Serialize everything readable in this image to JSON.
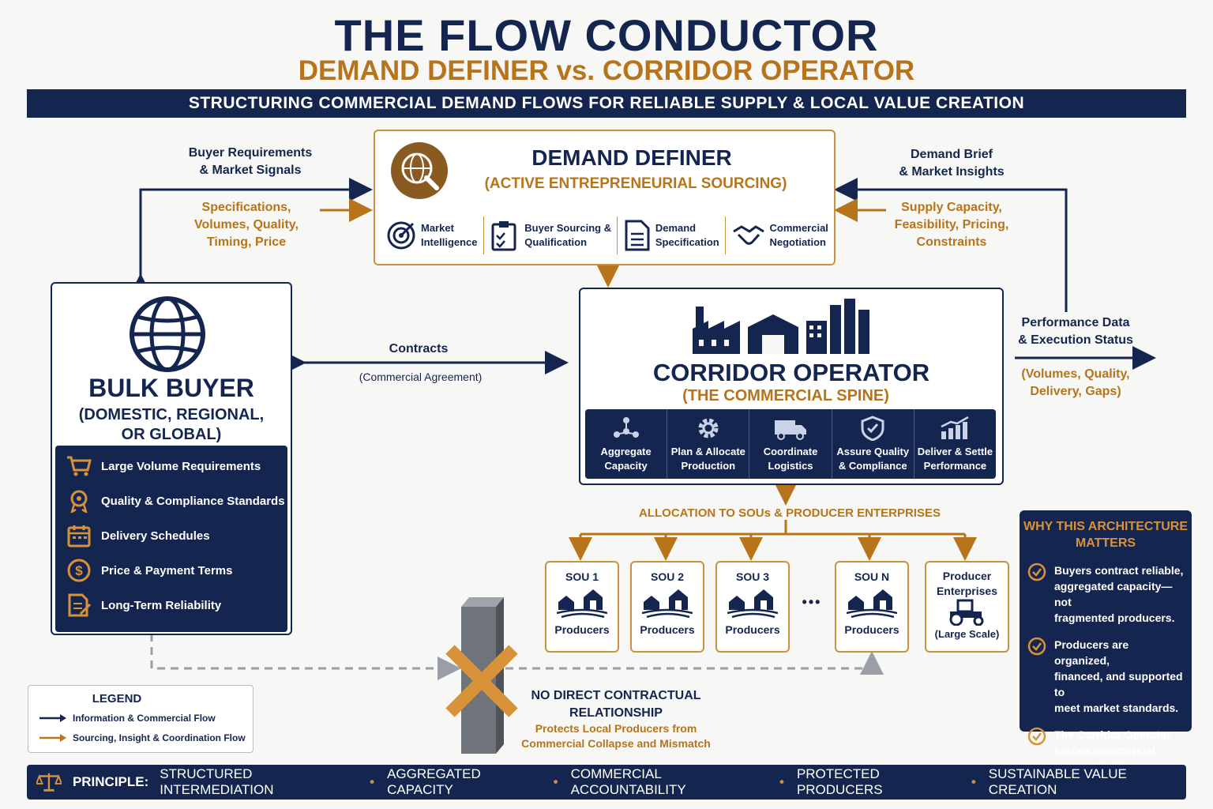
{
  "title": "THE FLOW CONDUCTOR",
  "subtitle": "DEMAND DEFINER vs. CORRIDOR OPERATOR",
  "banner": "STRUCTURING COMMERCIAL DEMAND FLOWS FOR RELIABLE SUPPLY & LOCAL VALUE CREATION",
  "flows": {
    "buyer_requirements": "Buyer Requirements\n& Market Signals",
    "specifications": "Specifications,\nVolumes, Quality,\nTiming, Price",
    "demand_brief": "Demand Brief\n& Market Insights",
    "supply_capacity": "Supply Capacity,\nFeasibility, Pricing,\nConstraints",
    "contracts": "Contracts",
    "commercial_agreement": "(Commercial Agreement)",
    "performance": "Performance Data\n& Execution Status",
    "performance_detail": "(Volumes, Quality,\nDelivery, Gaps)",
    "allocation": "ALLOCATION TO SOUs & PRODUCER ENTERPRISES"
  },
  "demand_definer": {
    "title": "DEMAND DEFINER",
    "subtitle": "(ACTIVE ENTREPRENEURIAL SOURCING)",
    "items": [
      {
        "label": "Market\nIntelligence",
        "icon": "target-icon"
      },
      {
        "label": "Buyer Sourcing &\nQualification",
        "icon": "clipboard-icon"
      },
      {
        "label": "Demand\nSpecification",
        "icon": "document-icon"
      },
      {
        "label": "Commercial\nNegotiation",
        "icon": "handshake-icon"
      }
    ]
  },
  "bulk_buyer": {
    "title": "BULK BUYER",
    "subtitle": "(DOMESTIC, REGIONAL,\nOR GLOBAL)",
    "items": [
      {
        "label": "Large Volume Requirements",
        "icon": "cart-icon"
      },
      {
        "label": "Quality & Compliance Standards",
        "icon": "award-icon"
      },
      {
        "label": "Delivery Schedules",
        "icon": "calendar-icon"
      },
      {
        "label": "Price & Payment Terms",
        "icon": "dollar-icon"
      },
      {
        "label": "Long-Term Reliability",
        "icon": "contract-icon"
      }
    ]
  },
  "corridor_operator": {
    "title": "CORRIDOR OPERATOR",
    "subtitle": "(THE COMMERCIAL SPINE)",
    "items": [
      {
        "label": "Aggregate\nCapacity",
        "icon": "network-icon"
      },
      {
        "label": "Plan & Allocate\nProduction",
        "icon": "gear-icon"
      },
      {
        "label": "Coordinate\nLogistics",
        "icon": "truck-icon"
      },
      {
        "label": "Assure Quality\n& Compliance",
        "icon": "shield-icon"
      },
      {
        "label": "Deliver & Settle\nPerformance",
        "icon": "growth-chart-icon"
      }
    ]
  },
  "sous": [
    {
      "title": "SOU 1",
      "label": "Producers"
    },
    {
      "title": "SOU 2",
      "label": "Producers"
    },
    {
      "title": "SOU 3",
      "label": "Producers"
    },
    {
      "title": "SOU N",
      "label": "Producers"
    }
  ],
  "ellipsis": "•••",
  "producer_enterprises": {
    "title": "Producer\nEnterprises",
    "label": "(Large Scale)"
  },
  "no_direct": {
    "title": "NO DIRECT CONTRACTUAL\nRELATIONSHIP",
    "subtitle": "Protects Local Producers from\nCommercial Collapse and Mismatch"
  },
  "why": {
    "title": "WHY THIS ARCHITECTURE\nMATTERS",
    "items": [
      "Buyers contract reliable,\naggregated capacity—not\nfragmented producers.",
      "Producers are organized,\nfinanced, and supported to\nmeet market standards.",
      "The Corridor Operator\ncarries commercial\naccountability end-to-end."
    ]
  },
  "legend": {
    "title": "LEGEND",
    "items": [
      {
        "label": "Information & Commercial Flow",
        "color": "#14264f"
      },
      {
        "label": "Sourcing, Insight & Coordination Flow",
        "color": "#b7741a"
      }
    ]
  },
  "footer": {
    "principle": "PRINCIPLE:",
    "items": [
      "STRUCTURED INTERMEDIATION",
      "AGGREGATED CAPACITY",
      "COMMERCIAL ACCOUNTABILITY",
      "PROTECTED PRODUCERS",
      "SUSTAINABLE VALUE CREATION"
    ]
  },
  "colors": {
    "navy": "#14264f",
    "gold": "#b7741a"
  }
}
